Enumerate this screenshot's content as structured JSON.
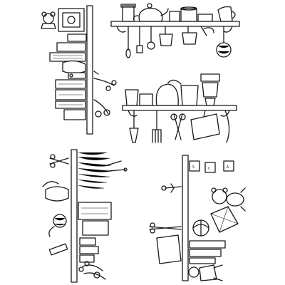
{
  "image": {
    "background": "#ffffff",
    "ink": "#1a1a1a",
    "panels": [
      {
        "name": "shelf-panel-top-left",
        "orientation": "rotated-90",
        "contents": [
          "teddy-bear",
          "photo-frame",
          "jars",
          "vases",
          "tool-rack",
          "scissors"
        ]
      },
      {
        "name": "shelf-panel-top-right",
        "orientation": "upright",
        "contents": [
          "teapot",
          "cups",
          "jug",
          "kitchen-utensils",
          "yarn-ball",
          "pans",
          "cake-stand"
        ]
      },
      {
        "name": "shelf-panel-middle",
        "orientation": "upright",
        "contents": [
          "flower-pots",
          "watering-can",
          "garden-trowel",
          "garden-fork",
          "shears",
          "seed-packet",
          "stacked-pots"
        ]
      },
      {
        "name": "shelf-panel-bottom-left",
        "orientation": "rotated-90",
        "contents": [
          "scissors",
          "grasses",
          "vase",
          "yarn-ball",
          "books",
          "sewing-machine",
          "plant-pot"
        ]
      },
      {
        "name": "shelf-panel-bottom-right",
        "orientation": "rotated-90",
        "contents": [
          "alphabet-blocks",
          "teddy-bear",
          "ball",
          "kite",
          "scissors",
          "rag-doll",
          "books"
        ]
      }
    ],
    "block_letters": [
      "S",
      "C",
      "A"
    ]
  }
}
